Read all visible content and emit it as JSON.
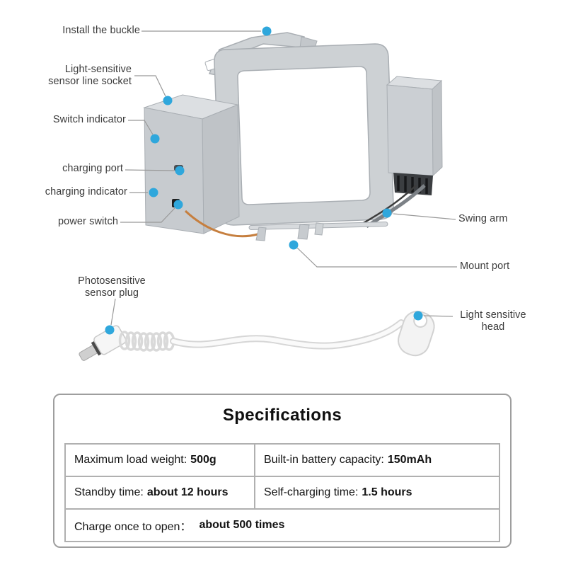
{
  "colors": {
    "accent_dot": "#2fa7dc",
    "callout_line": "#999999",
    "label_text": "#3b3b3b",
    "panel_border": "#9e9e9e",
    "table_border": "#b0b0b0",
    "device_gray": "#cdd1d4"
  },
  "callouts": [
    {
      "label": "Install the buckle"
    },
    {
      "label": "Light-sensitive sensor line socket"
    },
    {
      "label": "Switch indicator"
    },
    {
      "label": "charging port"
    },
    {
      "label": "charging indicator"
    },
    {
      "label": "power switch"
    },
    {
      "label": "Swing arm"
    },
    {
      "label": "Mount port"
    },
    {
      "label": "Photosensitive sensor plug"
    },
    {
      "label": "Light sensitive head"
    }
  ],
  "specifications": {
    "title": "Specifications",
    "rows": [
      {
        "cells": [
          {
            "label": "Maximum load weight:",
            "value": "500g"
          },
          {
            "label": "Built-in battery capacity:",
            "value": "150mAh"
          }
        ]
      },
      {
        "cells": [
          {
            "label": "Standby time:",
            "value": "about 12 hours"
          },
          {
            "label": "Self-charging time:",
            "value": "1.5 hours"
          }
        ]
      },
      {
        "cells": [
          {
            "label": "Charge once to open：",
            "value": "about 500 times"
          }
        ]
      }
    ]
  }
}
